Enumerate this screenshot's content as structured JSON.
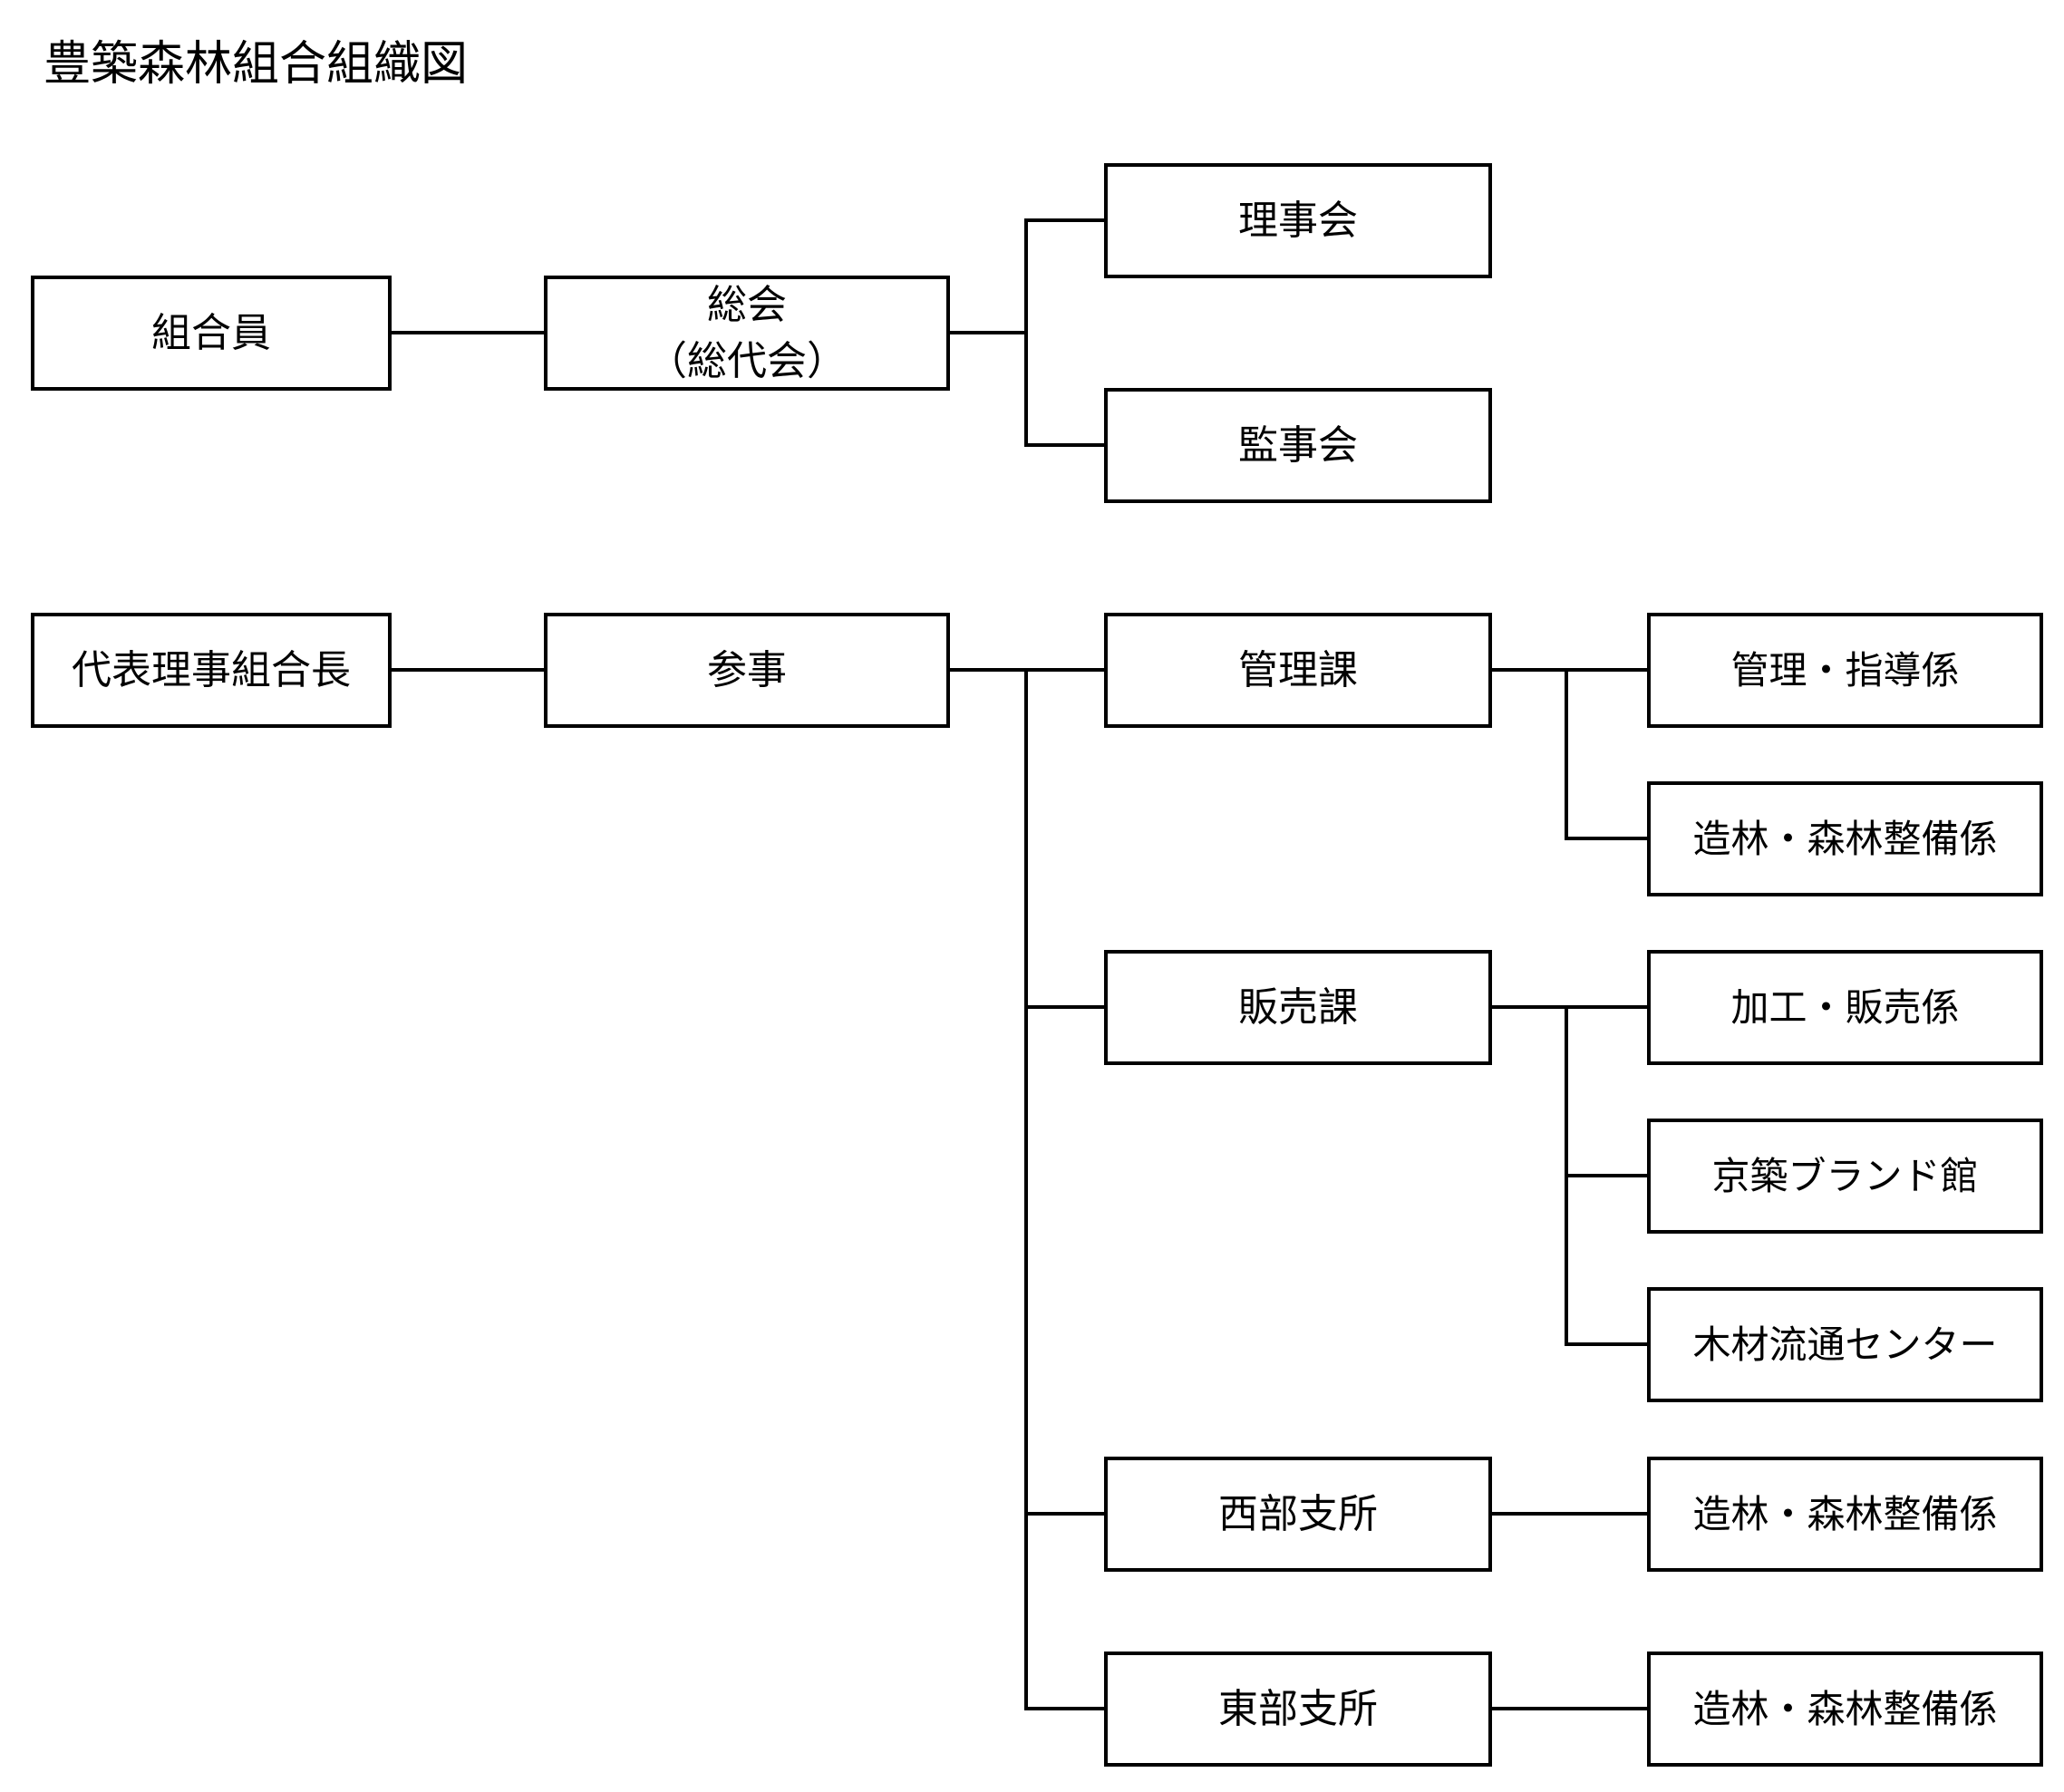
{
  "title": "豊築森林組合組織図",
  "nodes": {
    "members": "組合員",
    "general_assembly": {
      "line1": "総会",
      "line2": "（総代会）"
    },
    "board_of_directors": "理事会",
    "auditors": "監事会",
    "representative_director": "代表理事組合長",
    "counselor": "参事",
    "management_section": "管理課",
    "management_guidance_unit": "管理・指導係",
    "afforestation_unit_1": "造林・森林整備係",
    "sales_section": "販売課",
    "processing_sales_unit": "加工・販売係",
    "kyochiku_brand_hall": "京築ブランド館",
    "timber_distribution_center": "木材流通センター",
    "western_branch": "西部支所",
    "afforestation_unit_2": "造林・森林整備係",
    "eastern_branch": "東部支所",
    "afforestation_unit_3": "造林・森林整備係"
  }
}
